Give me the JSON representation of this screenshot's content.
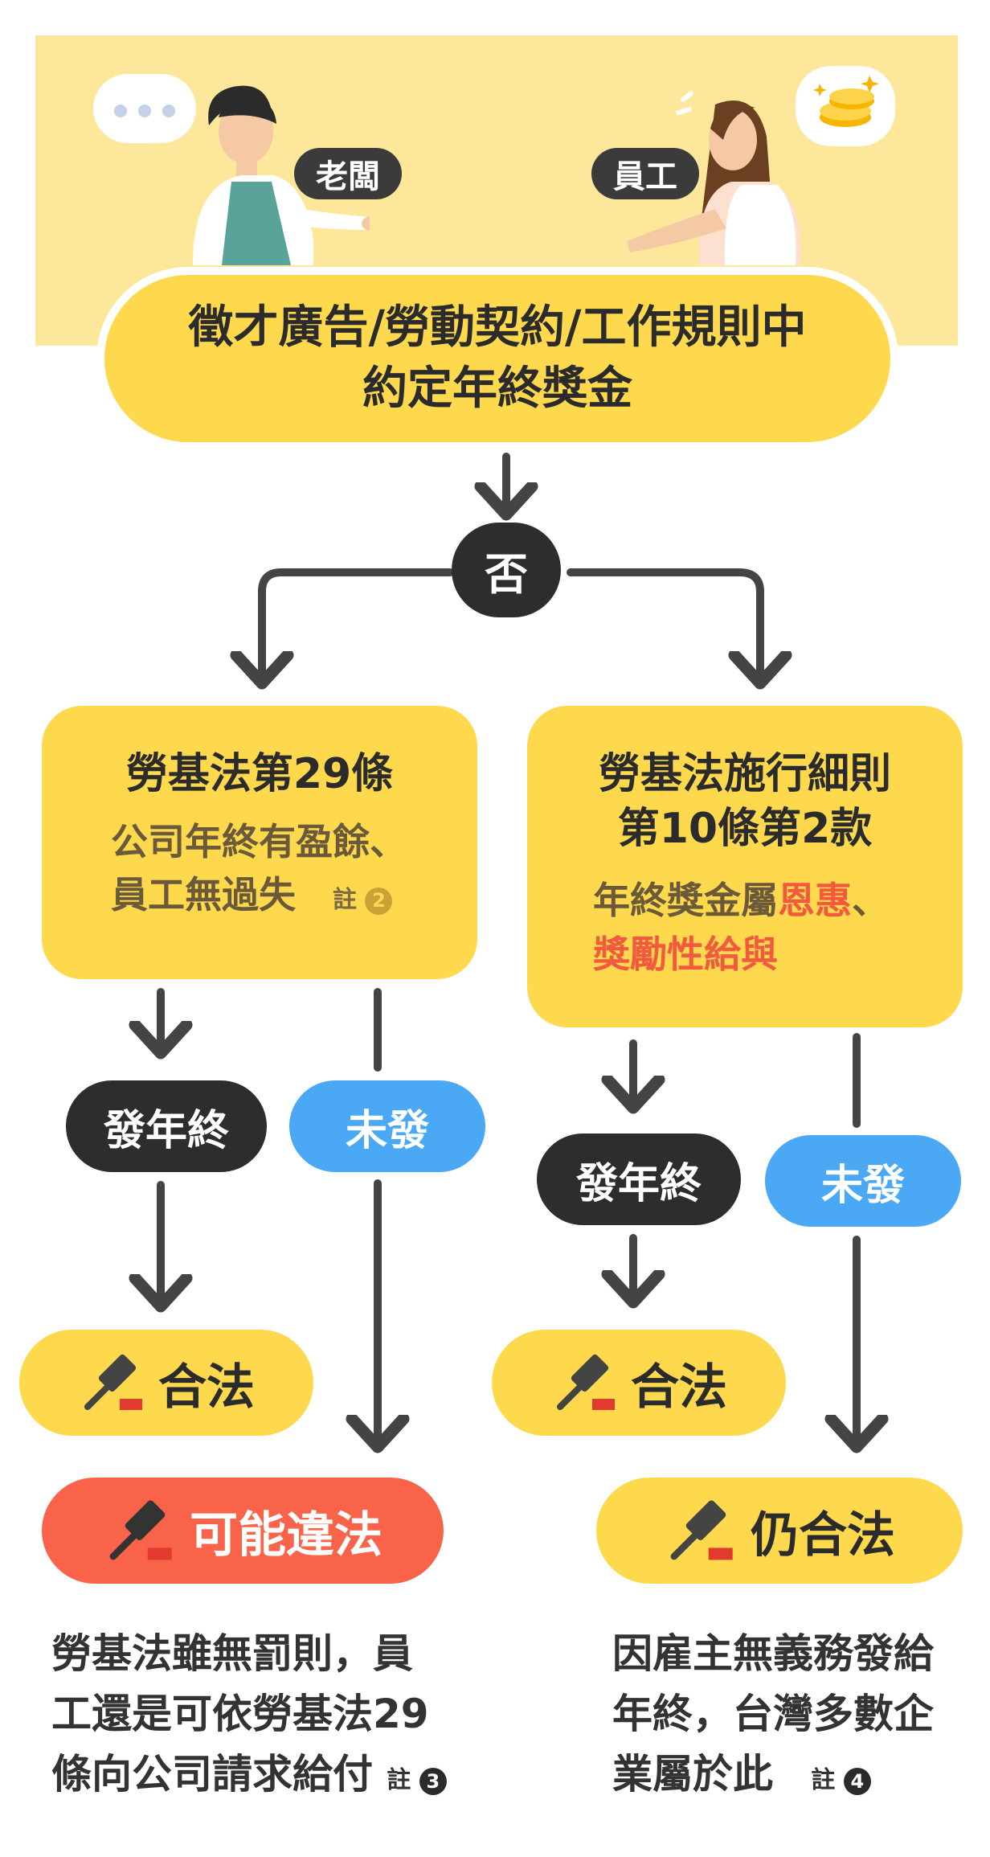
{
  "header": {
    "boss_label": "老闆",
    "employee_label": "員工",
    "main_condition_line1": "徵才廣告/勞動契約/工作規則中",
    "main_condition_line2": "約定年終獎金"
  },
  "decision": {
    "label": "否"
  },
  "left_branch": {
    "title": "勞基法第29條",
    "desc_line1": "公司年終有盈餘、",
    "desc_line2": "員工無過失",
    "note_label": "註",
    "note_num": "2",
    "pay_label": "發年終",
    "nopay_label": "未發",
    "pay_result": "合法",
    "nopay_result": "可能違法",
    "explain_line1": "勞基法雖無罰則，員",
    "explain_line2": "工還是可依勞基法29",
    "explain_line3": "條向公司請求給付",
    "explain_note_label": "註",
    "explain_note_num": "3"
  },
  "right_branch": {
    "title_line1": "勞基法施行細則",
    "title_line2": "第10條第2款",
    "desc_part1": "年終獎金屬",
    "desc_highlight1": "恩惠",
    "desc_part2": "、",
    "desc_highlight2": "獎勵性給與",
    "pay_label": "發年終",
    "nopay_label": "未發",
    "pay_result": "合法",
    "nopay_result": "仍合法",
    "explain_line1": "因雇主無義務發給",
    "explain_line2": "年終，台灣多數企",
    "explain_line3": "業屬於此",
    "explain_note_label": "註",
    "explain_note_num": "4"
  },
  "colors": {
    "yellow": "#fed94d",
    "banner": "#fce79b",
    "dark": "#2d2d2d",
    "blue": "#4aa8f5",
    "red": "#f96349",
    "highlight": "#f25a3f"
  },
  "icons": [
    "speech-bubble-icon",
    "coins-icon",
    "gavel-icon",
    "arrow-down-icon"
  ]
}
